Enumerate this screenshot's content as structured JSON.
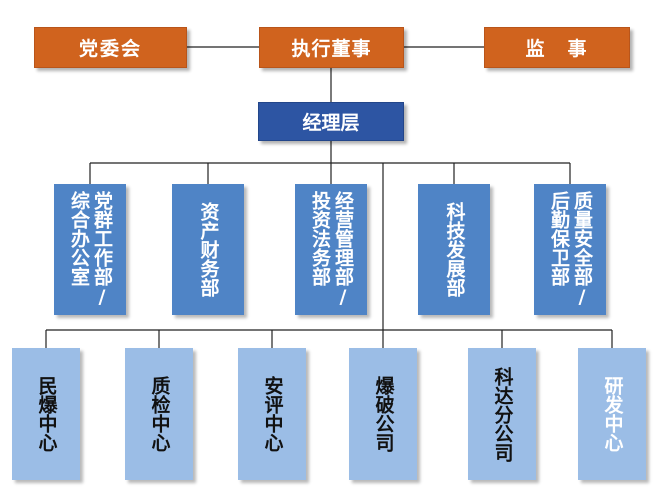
{
  "top": {
    "party_committee": "党委会",
    "executive_director": "执行董事",
    "supervisor": "监　事"
  },
  "management": "经理层",
  "departments": {
    "party_office_col1": "党群工作部/",
    "party_office_col2": "综合办公室",
    "asset_finance": "资产财务部",
    "operations_col1": "经营管理部/",
    "operations_col2": "投资法务部",
    "tech_dev": "科技发展部",
    "quality_col1": "质量安全部/",
    "quality_col2": "后勤保卫部"
  },
  "units": {
    "blasting_center": "民爆中心",
    "qc_center": "质检中心",
    "safety_eval_center": "安评中心",
    "blasting_company": "爆破公司",
    "keda_branch": "科达分公司",
    "rd_center": "研发中心"
  }
}
